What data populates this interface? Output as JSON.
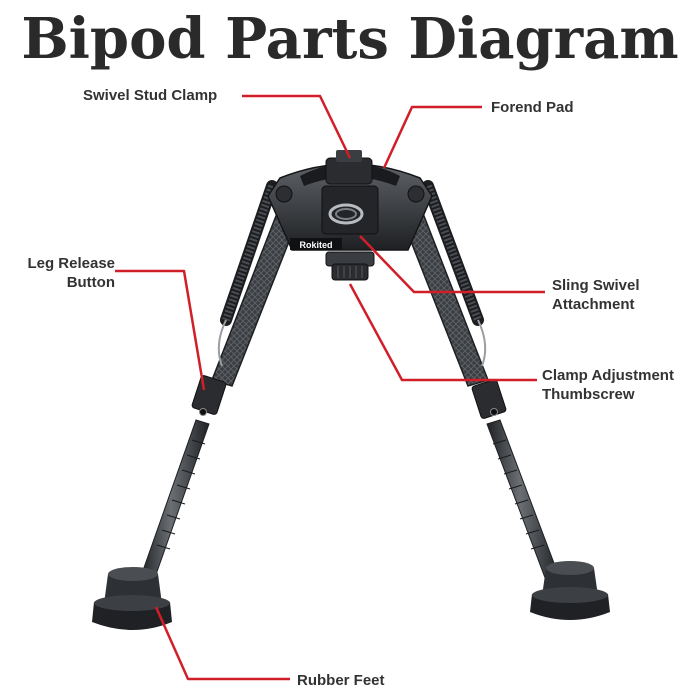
{
  "title": "Bipod Parts Diagram",
  "brand_mark": "Rokited",
  "colors": {
    "leader": "#d11f2a",
    "label_text": "#333333",
    "title_text": "#2a2a2a",
    "metal_dark": "#2b2d30",
    "metal_mid": "#55585c",
    "metal_light": "#9a9ea3"
  },
  "labels": {
    "swivel_stud_clamp": "Swivel Stud Clamp",
    "forend_pad": "Forend Pad",
    "leg_release_line1": "Leg Release",
    "leg_release_line2": "Button",
    "sling_swivel_line1": "Sling Swivel",
    "sling_swivel_line2": "Attachment",
    "clamp_adjust_line1": "Clamp Adjustment",
    "clamp_adjust_line2": "Thumbscrew",
    "rubber_feet": "Rubber Feet"
  },
  "icons": [
    "bipod-illustration"
  ]
}
